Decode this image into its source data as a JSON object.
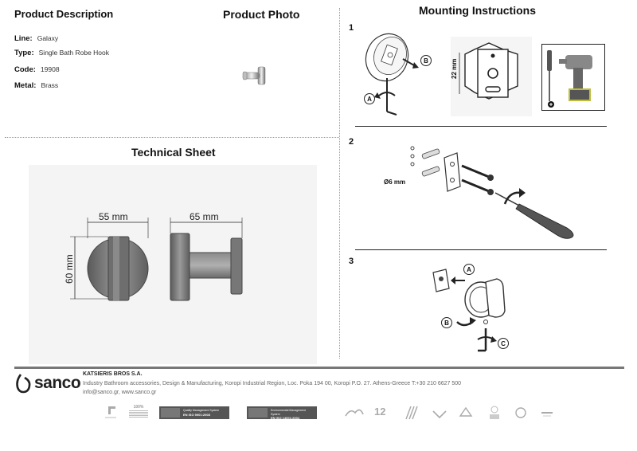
{
  "headers": {
    "description": "Product Description",
    "photo": "Product Photo",
    "mounting": "Mounting Instructions",
    "technical": "Technical Sheet"
  },
  "description": {
    "line_label": "Line:",
    "line_value": "Galaxy",
    "type_label": "Type:",
    "type_value": "Single Bath Robe Hook",
    "code_label": "Code:",
    "code_value": "19908",
    "metal_label": "Metal:",
    "metal_value": "Brass"
  },
  "mounting": {
    "step1": "1",
    "step2": "2",
    "step3": "3",
    "label_a": "A",
    "label_b": "B",
    "label_c": "C",
    "dim_22": "22 mm",
    "dim_6": "Ø6 mm"
  },
  "technical": {
    "width_front": "55 mm",
    "width_side": "65 mm",
    "height": "60 mm"
  },
  "footer": {
    "brand": "sanco",
    "company": "KATSIERIS BROS S.A.",
    "address": "Industry Bathroom accessories, Design & Manufacturing, Koropi Industrial Region, Loc. Poka 194 00, Koropi P.O. 27. Athens-Greece   T:+30 210 6627 500",
    "contact": "info@sanco.gr, www.sanco.gr",
    "cert1_line1": "Quality Management System",
    "cert1_line2": "EN ISO 9001:2008",
    "cert2_line1": "Environmental Management System",
    "cert2_line2": "EN ISO 14001:2004",
    "badge_100": "100%",
    "badge_12": "12"
  },
  "colors": {
    "chrome_dark": "#6f6f6f",
    "chrome_mid": "#9a9a9a",
    "chrome_light": "#cfcfcf",
    "tech_bg": "#f4f4f4",
    "footer_rule": "#777777"
  }
}
